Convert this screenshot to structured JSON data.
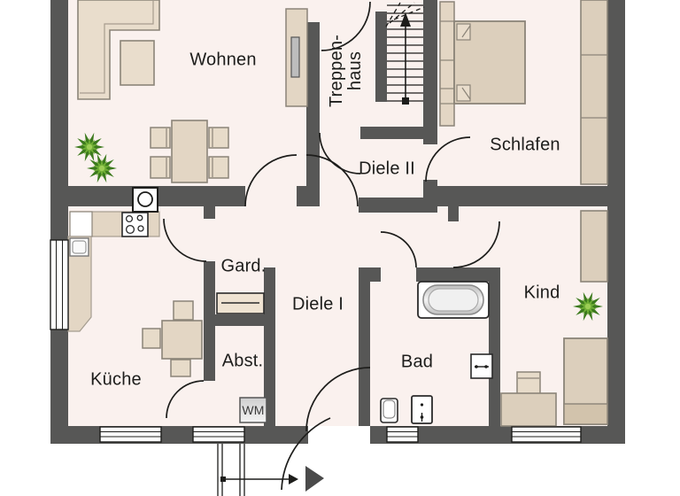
{
  "plan_title": "apartment-floor-plan",
  "colors": {
    "wall": "#575756",
    "floor": "#faf1ee",
    "furniture_light": "#e7dbc9",
    "furniture_dark": "#dccfbc",
    "outline": "#8b8478",
    "line": "#1d1d1b",
    "plant_dark": "#3c7a1d",
    "plant_light": "#6fae35",
    "entry_arrow": "#4a4a4a",
    "appliance_gray": "#d9d9d9"
  },
  "rooms": {
    "wohnen": {
      "label": "Wohnen"
    },
    "treppenhaus": {
      "label_line1": "Treppen-",
      "label_line2": "haus"
    },
    "schlafen": {
      "label": "Schlafen"
    },
    "diele2": {
      "label": "Diele II"
    },
    "kueche": {
      "label": "Küche"
    },
    "garderobe": {
      "label": "Gard."
    },
    "diele1": {
      "label": "Diele I"
    },
    "abstellraum": {
      "label": "Abst."
    },
    "bad": {
      "label": "Bad"
    },
    "kind": {
      "label": "Kind"
    },
    "waschmaschine": {
      "label": "WM"
    }
  }
}
